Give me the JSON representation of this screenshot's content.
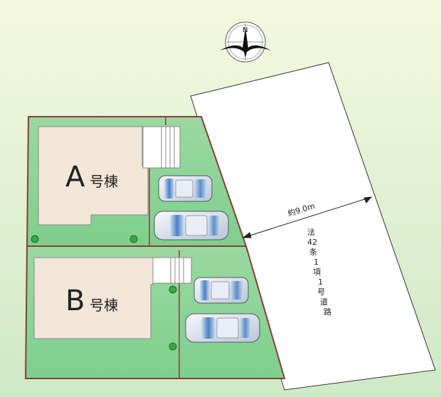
{
  "compass": {
    "letter": "N",
    "icon": "north-arrow-icon"
  },
  "buildings": [
    {
      "id": "A",
      "letter": "A",
      "suffix": "号棟"
    },
    {
      "id": "B",
      "letter": "B",
      "suffix": "号棟"
    }
  ],
  "road": {
    "width_label": "約9.0m",
    "type_lines": [
      "法",
      "42",
      "条",
      "1",
      "項",
      "1",
      "号",
      "道",
      "路"
    ]
  },
  "colors": {
    "background_top": "#eef5d0",
    "background_bottom": "#cfe9c6",
    "lot_green": "#8fd59a",
    "lot_green_light": "#b9e6b9",
    "building": "#f1e6d8",
    "road": "#ffffff",
    "boundary": "#8a3c3c",
    "tree": "#38a845"
  }
}
